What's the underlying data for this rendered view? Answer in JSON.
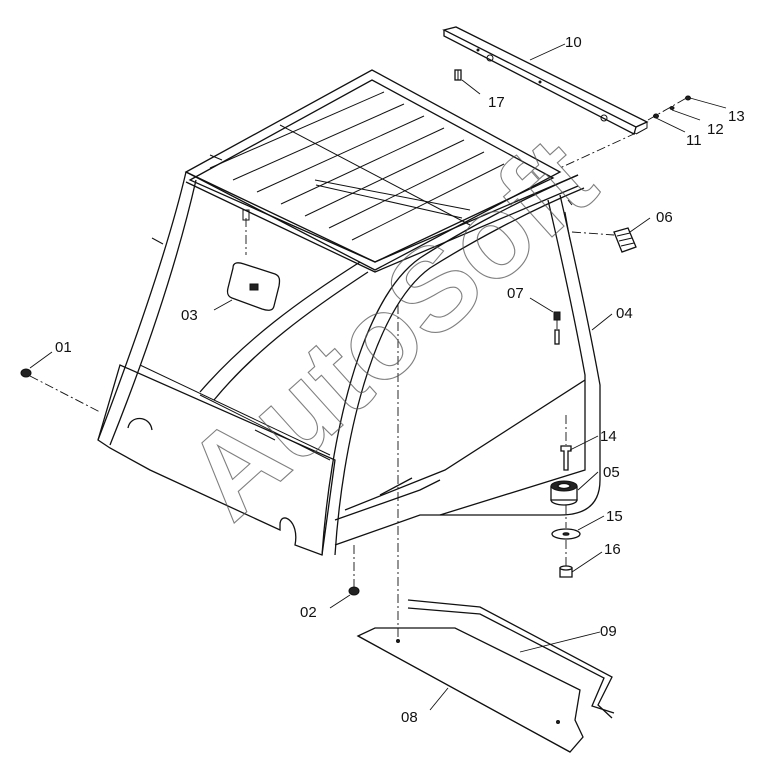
{
  "watermark": "AutoSoft",
  "parts": {
    "p01": "01",
    "p02": "02",
    "p03": "03",
    "p04": "04",
    "p05": "05",
    "p06": "06",
    "p07": "07",
    "p08": "08",
    "p09": "09",
    "p10": "10",
    "p11": "11",
    "p12": "12",
    "p13": "13",
    "p14": "14",
    "p15": "15",
    "p16": "16",
    "p17": "17"
  }
}
